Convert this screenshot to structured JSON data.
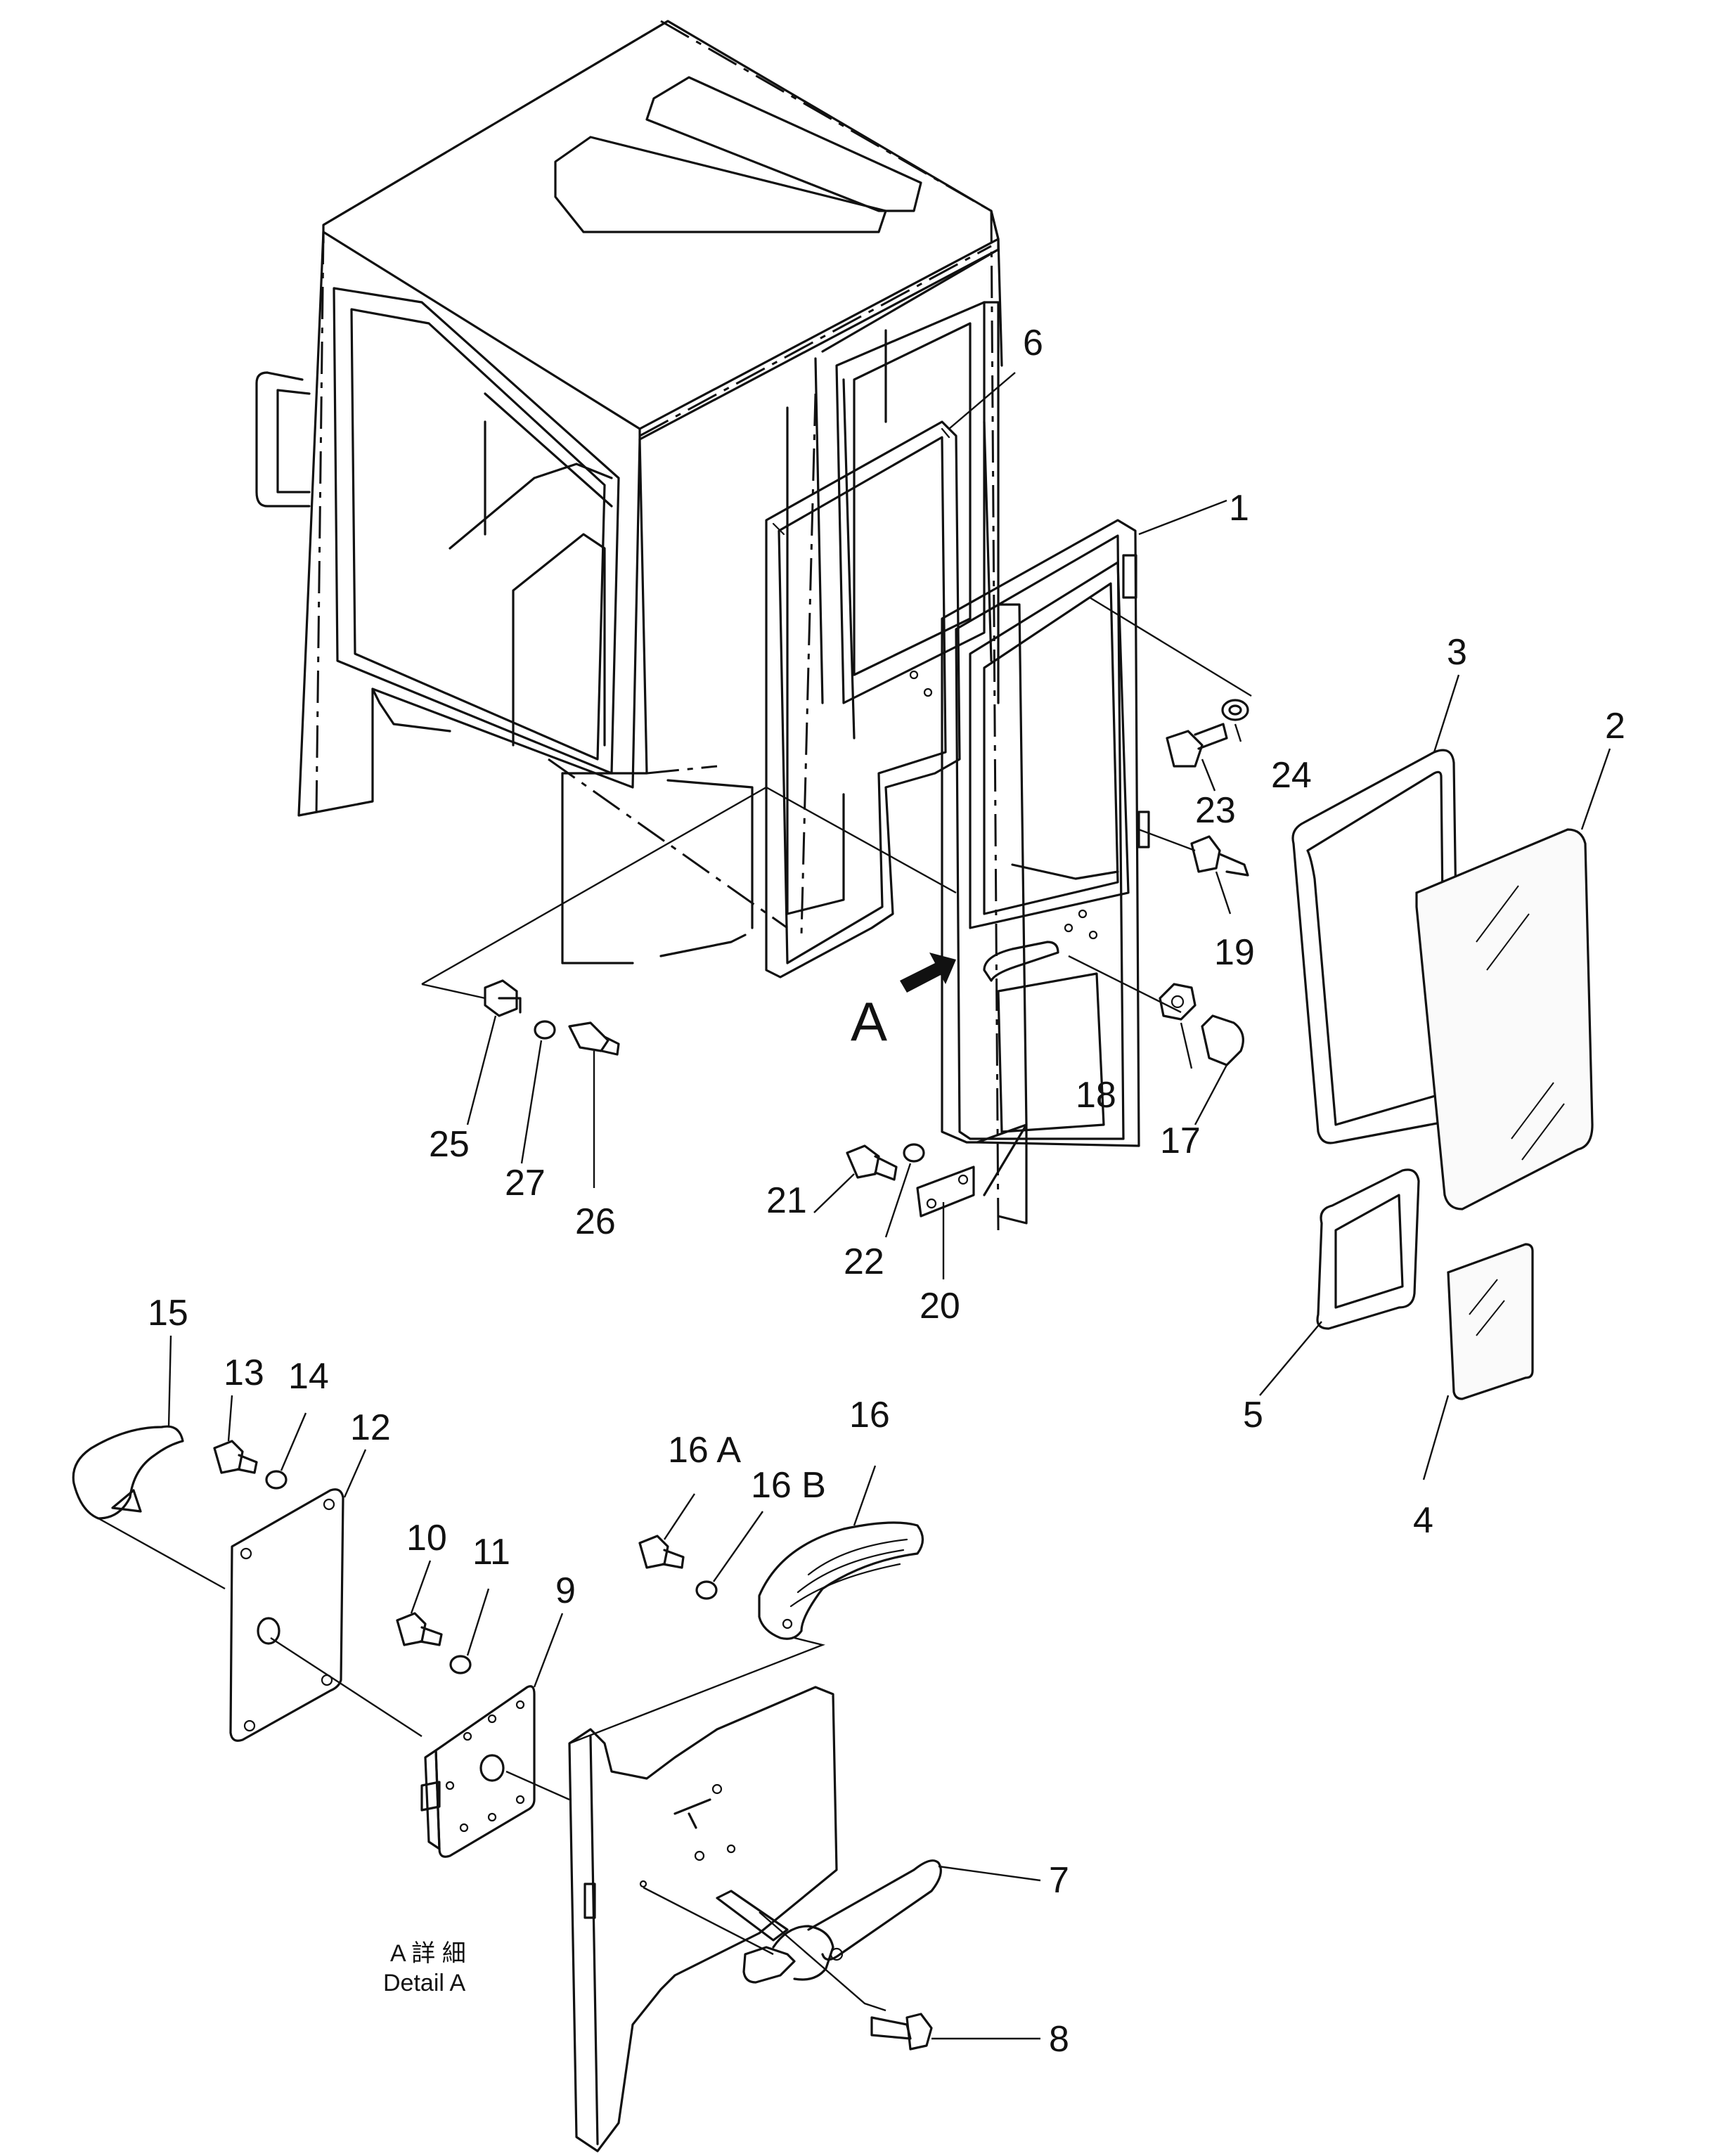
{
  "labels": {
    "p1": "1",
    "p2": "2",
    "p3": "3",
    "p4": "4",
    "p5": "5",
    "p6": "6",
    "p7": "7",
    "p8": "8",
    "p9": "9",
    "p10": "10",
    "p11": "11",
    "p12": "12",
    "p13": "13",
    "p14": "14",
    "p15": "15",
    "p16": "16",
    "p16a": "16 A",
    "p16b": "16 B",
    "p17": "17",
    "p18": "18",
    "p19": "19",
    "p20": "20",
    "p21": "21",
    "p22": "22",
    "p23": "23",
    "p24": "24",
    "p25": "25",
    "p26": "26",
    "p27": "27"
  },
  "view_marker": "A",
  "detail_caption": {
    "jp": "A 詳 細",
    "en": "Detail A"
  }
}
